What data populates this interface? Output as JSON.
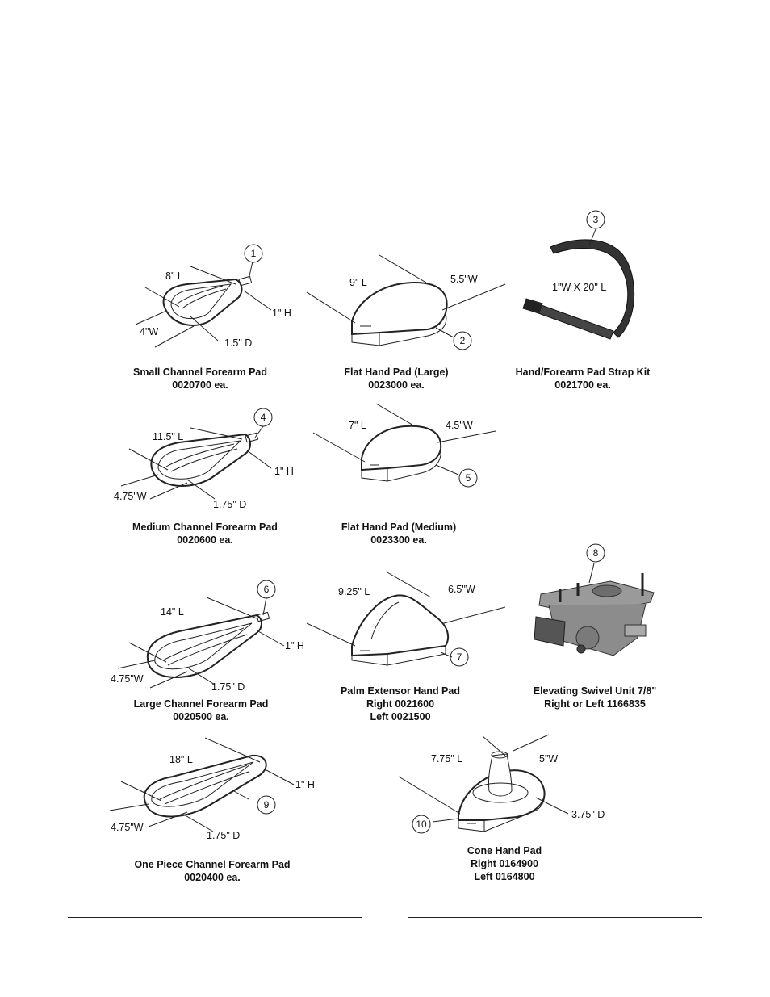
{
  "items": [
    {
      "callout": "1",
      "dims": [
        "8\" L",
        "1\" H",
        "4\"W",
        "1.5\" D"
      ],
      "title": "Small Channel Forearm Pad",
      "line2": "0020700 ea.",
      "line3": ""
    },
    {
      "callout": "2",
      "dims": [
        "9\" L",
        "5.5\"W"
      ],
      "title": "Flat Hand Pad (Large)",
      "line2": "0023000 ea.",
      "line3": ""
    },
    {
      "callout": "3",
      "dims": [
        "1\"W X 20\" L"
      ],
      "title": "Hand/Forearm Pad Strap Kit",
      "line2": "0021700 ea.",
      "line3": ""
    },
    {
      "callout": "4",
      "dims": [
        "11.5\" L",
        "1\" H",
        "4.75\"W",
        "1.75\" D"
      ],
      "title": "Medium Channel Forearm Pad",
      "line2": "0020600 ea.",
      "line3": ""
    },
    {
      "callout": "5",
      "dims": [
        "7\" L",
        "4.5\"W"
      ],
      "title": "Flat Hand Pad (Medium)",
      "line2": "0023300 ea.",
      "line3": ""
    },
    {
      "callout": "6",
      "dims": [
        "14\" L",
        "1\" H",
        "4.75\"W",
        "1.75\" D"
      ],
      "title": "Large Channel Forearm Pad",
      "line2": "0020500 ea.",
      "line3": ""
    },
    {
      "callout": "7",
      "dims": [
        "9.25\" L",
        "6.5\"W"
      ],
      "title": "Palm Extensor Hand Pad",
      "line2": "Right 0021600",
      "line3": "Left 0021500"
    },
    {
      "callout": "8",
      "dims": [],
      "title": "Elevating Swivel Unit 7/8\"",
      "line2": "Right or Left 1166835",
      "line3": ""
    },
    {
      "callout": "9",
      "dims": [
        "18\" L",
        "1\" H",
        "4.75\"W",
        "1.75\" D"
      ],
      "title": "One Piece Channel Forearm Pad",
      "line2": "0020400 ea.",
      "line3": ""
    },
    {
      "callout": "10",
      "dims": [
        "7.75\" L",
        "5\"W",
        "3.75\" D"
      ],
      "title": "Cone Hand Pad",
      "line2": "Right 0164900",
      "line3": "Left 0164800"
    }
  ]
}
